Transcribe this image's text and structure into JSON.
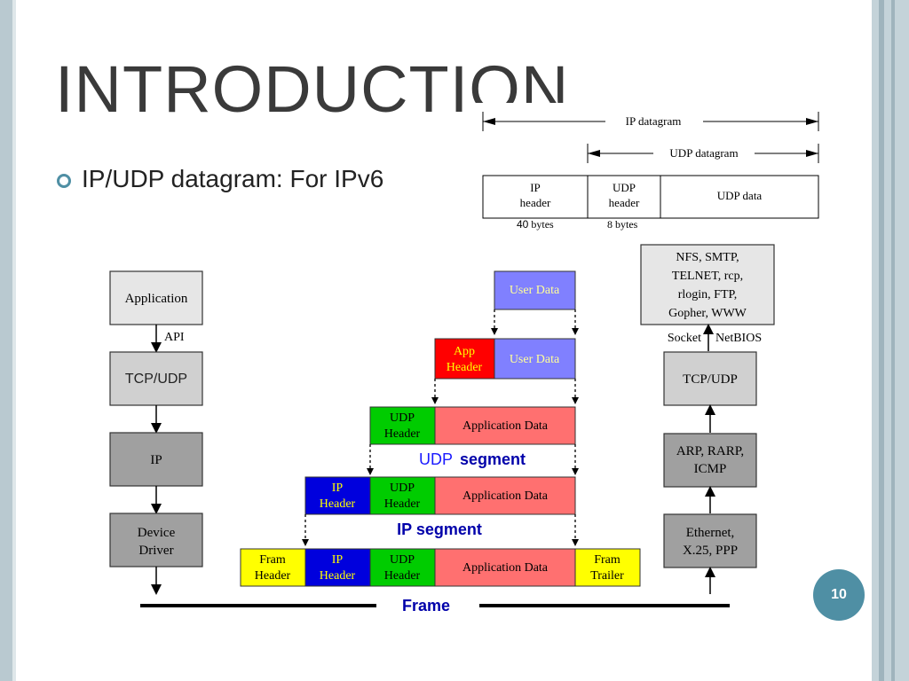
{
  "slide": {
    "title": "INTRODUCTION",
    "bullet": "IP/UDP datagram: For IPv6",
    "page_number": "10"
  },
  "datagram": {
    "ip_datagram_label": "IP datagram",
    "udp_datagram_label": "UDP datagram",
    "ip_header": [
      "IP",
      "header"
    ],
    "udp_header": [
      "UDP",
      "header"
    ],
    "udp_data": "UDP data",
    "ip_size_num": "40",
    "ip_size_unit": " bytes",
    "udp_size": "8 bytes"
  },
  "left_stack": {
    "application": "Application",
    "api": "API",
    "tcp_udp": "TCP/UDP",
    "ip": "IP",
    "device_driver": [
      "Device",
      "Driver"
    ]
  },
  "encapsulation": {
    "user_data": "User Data",
    "app_header": [
      "App",
      "Header"
    ],
    "udp_header": [
      "UDP",
      "Header"
    ],
    "ip_header": [
      "IP",
      "Header"
    ],
    "frame_header": [
      "Fram",
      "Header"
    ],
    "frame_trailer": [
      "Fram",
      "Trailer"
    ],
    "application_data": "Application Data",
    "udp_segment_prefix": "UDP",
    "udp_segment_word": "segment",
    "ip_segment": "IP segment",
    "frame": "Frame"
  },
  "right_stack": {
    "protocols": [
      "NFS, SMTP,",
      "TELNET, rcp,",
      "rlogin, FTP,",
      "Gopher, WWW"
    ],
    "socket": "Socket",
    "netbios": "NetBIOS",
    "tcp_udp": "TCP/UDP",
    "arp": [
      "ARP, RARP,",
      "ICMP"
    ],
    "ethernet": [
      "Ethernet,",
      "X.25, PPP"
    ]
  },
  "colors": {
    "accent": "#4f8fa4",
    "user_data": "#8080ff",
    "app_header": "#ff0000",
    "udp_header": "#00cc00",
    "ip_header": "#0000dd",
    "application_data": "#ff7070",
    "frame_yellow": "#ffff00",
    "light_box": "#e6e6e6",
    "gray_box": "#a0a0a0",
    "label_blue": "#1a1aff"
  }
}
